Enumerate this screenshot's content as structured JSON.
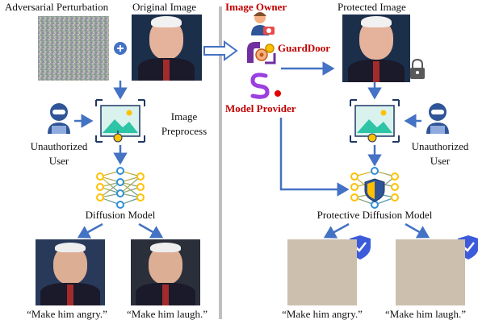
{
  "left": {
    "adversarial_label": "Adversarial Perturbation",
    "original_label": "Original Image",
    "preprocess_label_1": "Image",
    "preprocess_label_2": "Preprocess",
    "unauth_label_1": "Unauthorized",
    "unauth_label_2": "User",
    "diffusion_label": "Diffusion Model",
    "caption_angry": "“Make him angry.”",
    "caption_laugh": "“Make him laugh.”"
  },
  "center": {
    "image_owner_label": "Image Owner",
    "guarddoor_label": "GuardDoor",
    "model_provider_label": "Model Provider"
  },
  "right": {
    "protected_label": "Protected Image",
    "unauth_label_1": "Unauthorized",
    "unauth_label_2": "User",
    "protective_label": "Protective Diffusion Model",
    "caption_angry": "“Make him angry.”",
    "caption_laugh": "“Make him laugh.”"
  },
  "colors": {
    "arrow": "#4472c4",
    "red_text": "#c00000",
    "divider": "#bfbfbf",
    "icon_navy": "#1f3864",
    "shield": "#3b5bdb",
    "protected_output": "#cdbfae"
  }
}
